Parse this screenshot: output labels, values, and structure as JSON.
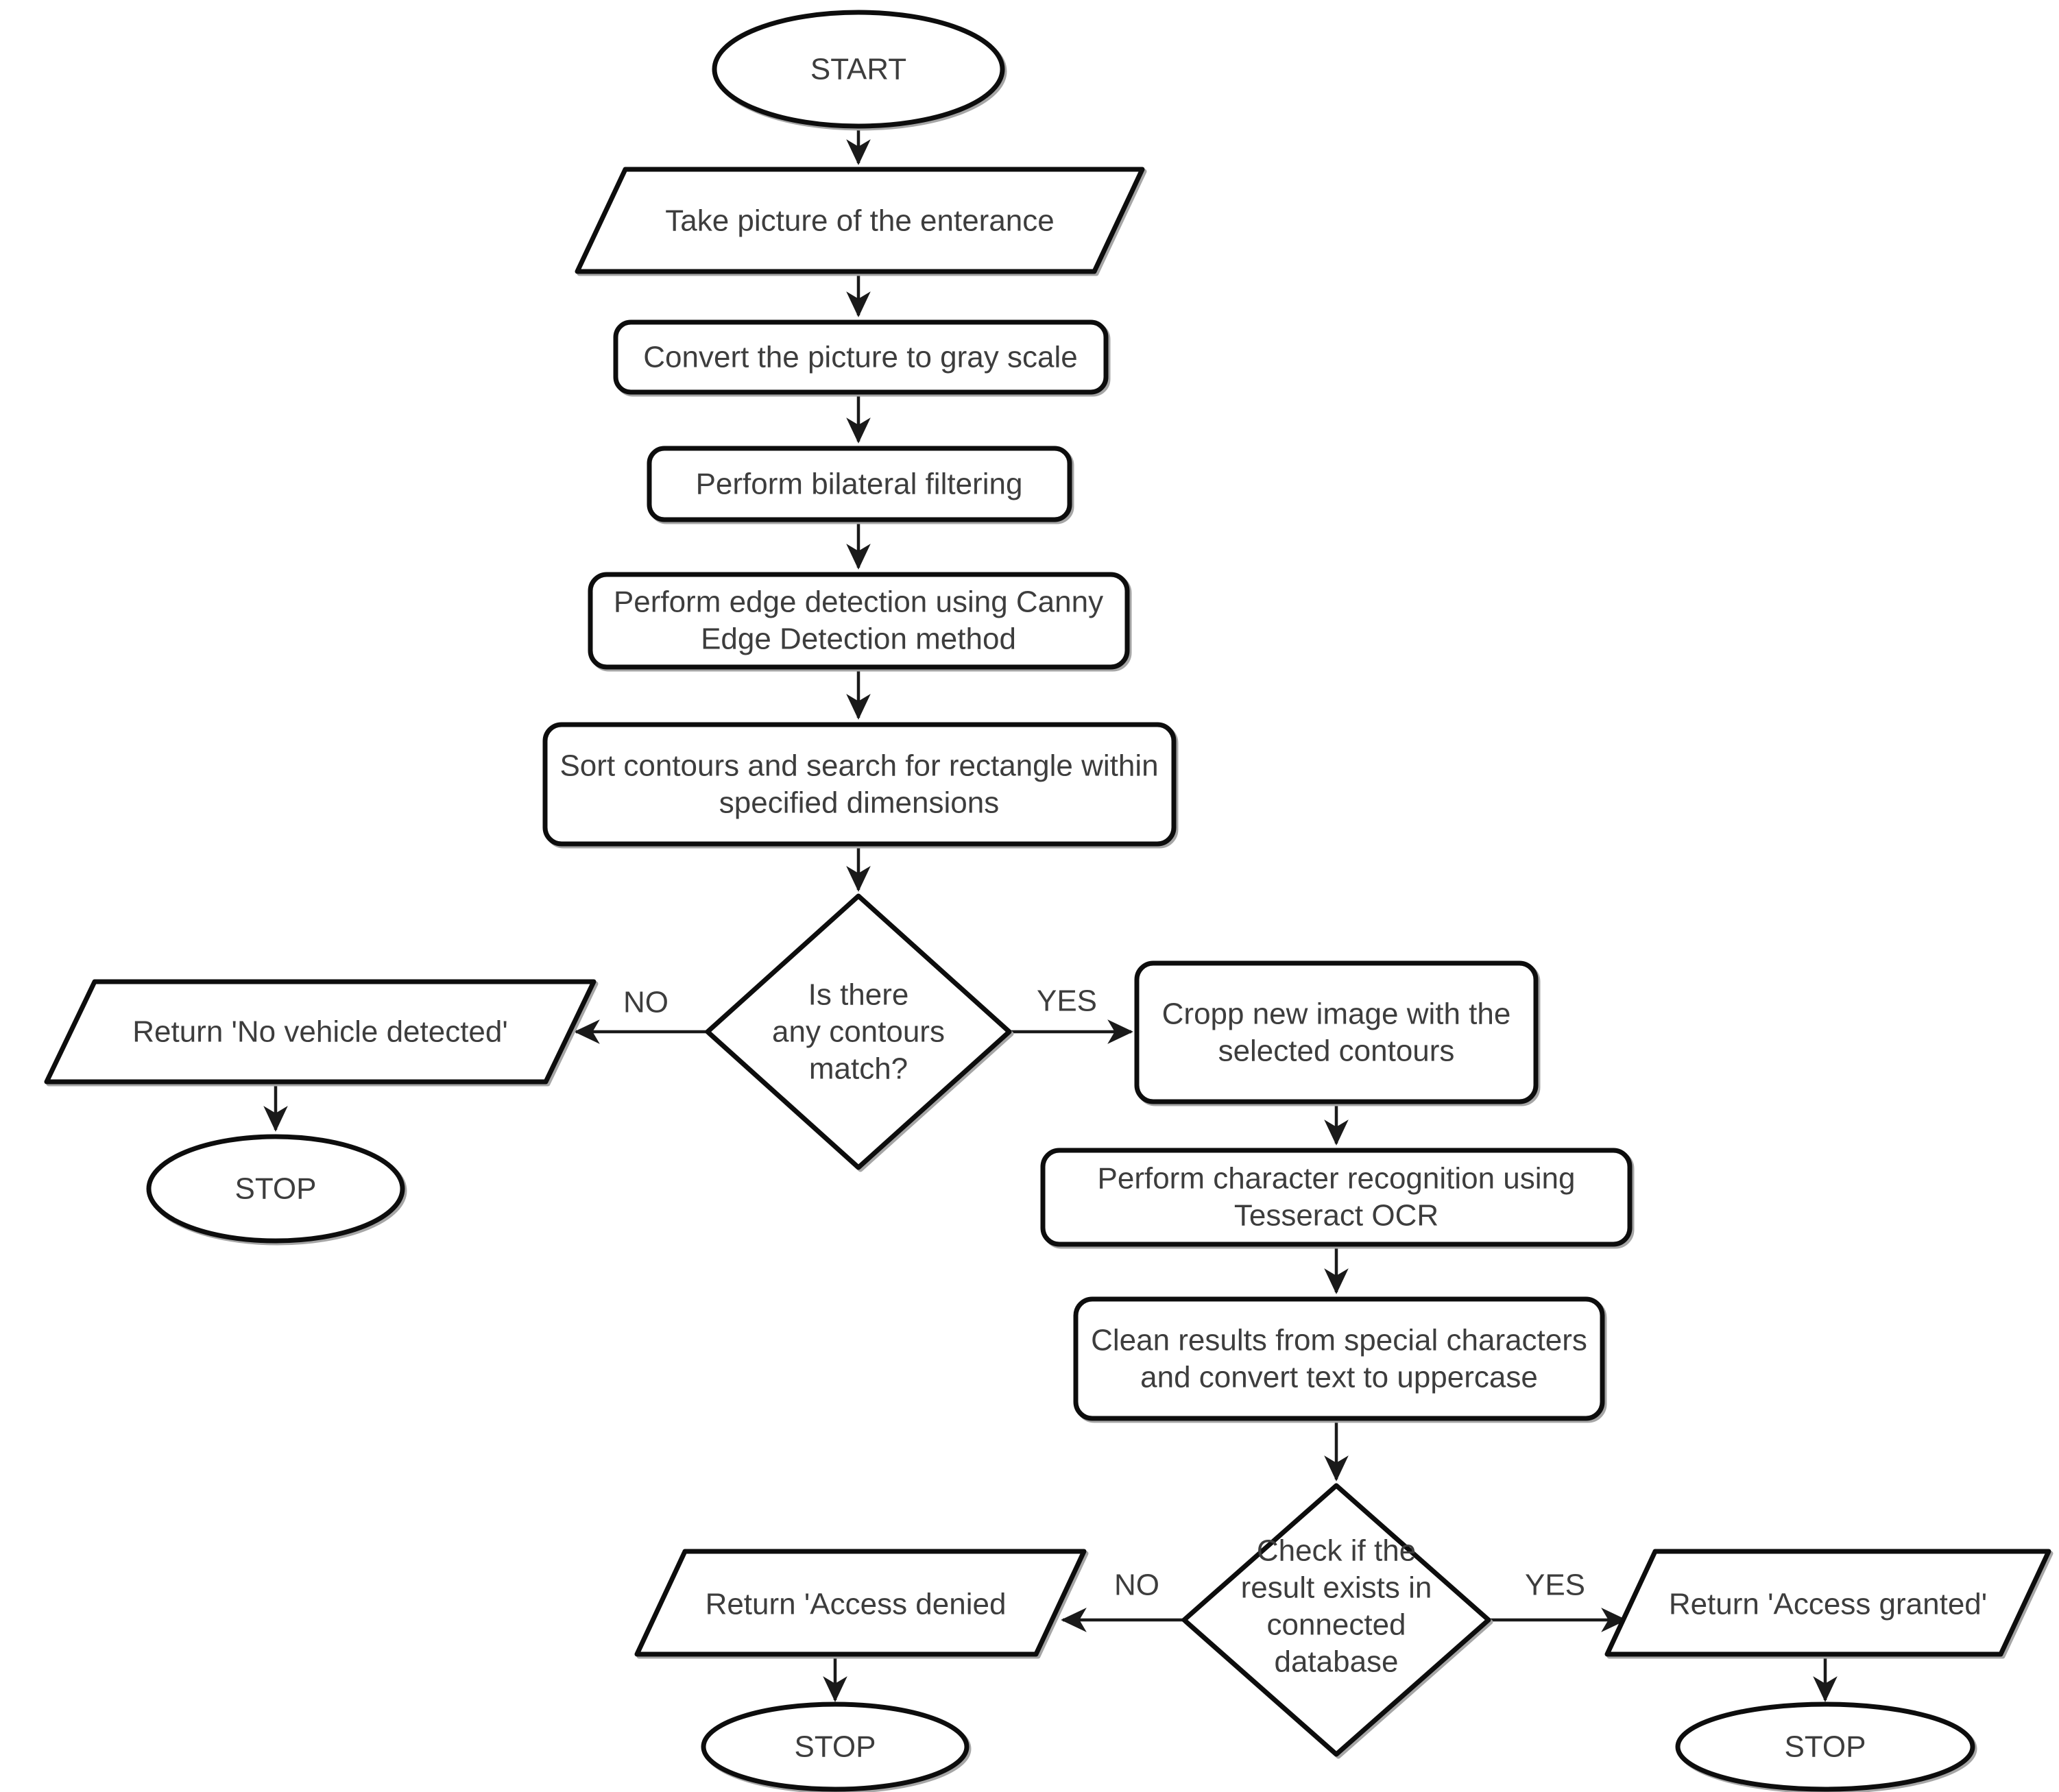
{
  "diagram": {
    "type": "flowchart",
    "colors": {
      "background": "#ffffff",
      "shape_fill": "#ffffff",
      "shape_stroke": "#0d0d0d",
      "text": "#3d3d3d",
      "shadow": "#a6a6a6"
    },
    "nodes": {
      "start": {
        "type": "terminator",
        "label": "START"
      },
      "take_picture": {
        "type": "input-output",
        "label": "Take picture of the enterance"
      },
      "convert_gray": {
        "type": "process",
        "label": "Convert the picture to gray scale"
      },
      "bilateral": {
        "type": "process",
        "label": "Perform bilateral filtering"
      },
      "canny": {
        "type": "process",
        "label": "Perform edge detection using Canny Edge Detection method",
        "lines": [
          "Perform edge detection using Canny",
          "Edge Detection method"
        ]
      },
      "sort_contours": {
        "type": "process",
        "label": "Sort contours and search for rectangle within specified dimensions",
        "lines": [
          "Sort contours and search for rectangle within",
          "specified dimensions"
        ]
      },
      "contours_match": {
        "type": "decision",
        "label": "Is there any contours match?",
        "lines": [
          "Is there",
          "any contours",
          "match?"
        ]
      },
      "return_no_vehicle": {
        "type": "input-output",
        "label": "Return 'No vehicle detected'"
      },
      "stop_left": {
        "type": "terminator",
        "label": "STOP"
      },
      "cropp": {
        "type": "process",
        "label": "Cropp new image with the selected contours",
        "lines": [
          "Cropp new image with the",
          "selected contours"
        ]
      },
      "tesseract": {
        "type": "process",
        "label": "Perform character recognition using Tesseract OCR",
        "lines": [
          "Perform character recognition using",
          "Tesseract OCR"
        ]
      },
      "clean_results": {
        "type": "process",
        "label": "Clean results from special characters and convert text to uppercase",
        "lines": [
          "Clean results from special characters",
          "and convert text to uppercase"
        ]
      },
      "db_check": {
        "type": "decision",
        "label": "Check if the result exists in connected database",
        "lines": [
          "Check if the",
          "result exists in",
          "connected",
          "database"
        ]
      },
      "return_denied": {
        "type": "input-output",
        "label": "Return 'Access denied"
      },
      "stop_bottom_left": {
        "type": "terminator",
        "label": "STOP"
      },
      "return_granted": {
        "type": "input-output",
        "label": "Return 'Access granted'"
      },
      "stop_bottom_right": {
        "type": "terminator",
        "label": "STOP"
      }
    },
    "edge_labels": {
      "contours_no": "NO",
      "contours_yes": "YES",
      "db_no": "NO",
      "db_yes": "YES"
    },
    "flow": [
      {
        "from": "start",
        "to": "take_picture"
      },
      {
        "from": "take_picture",
        "to": "convert_gray"
      },
      {
        "from": "convert_gray",
        "to": "bilateral"
      },
      {
        "from": "bilateral",
        "to": "canny"
      },
      {
        "from": "canny",
        "to": "sort_contours"
      },
      {
        "from": "sort_contours",
        "to": "contours_match"
      },
      {
        "from": "contours_match",
        "to": "return_no_vehicle",
        "label": "NO"
      },
      {
        "from": "return_no_vehicle",
        "to": "stop_left"
      },
      {
        "from": "contours_match",
        "to": "cropp",
        "label": "YES"
      },
      {
        "from": "cropp",
        "to": "tesseract"
      },
      {
        "from": "tesseract",
        "to": "clean_results"
      },
      {
        "from": "clean_results",
        "to": "db_check"
      },
      {
        "from": "db_check",
        "to": "return_denied",
        "label": "NO"
      },
      {
        "from": "return_denied",
        "to": "stop_bottom_left"
      },
      {
        "from": "db_check",
        "to": "return_granted",
        "label": "YES"
      },
      {
        "from": "return_granted",
        "to": "stop_bottom_right"
      }
    ]
  }
}
